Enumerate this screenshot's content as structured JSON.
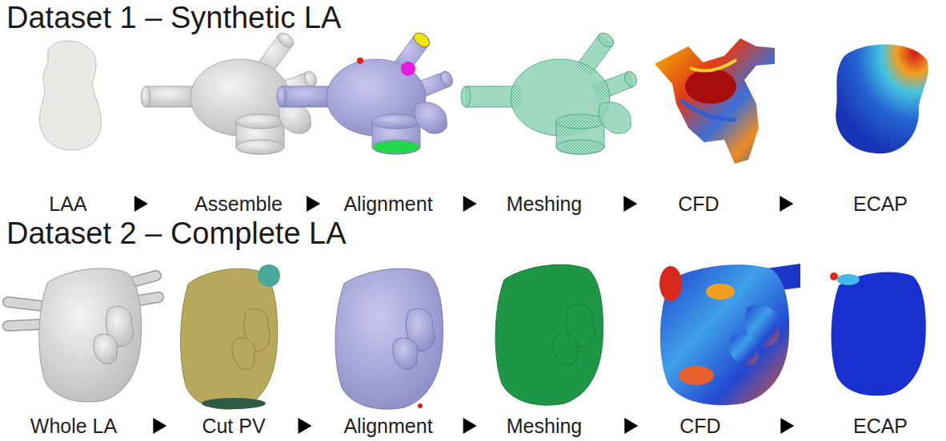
{
  "diagram": {
    "nodes": [
      {
        "text": [
          "LAA"
        ]
      },
      {
        "text": [
          "Assemble"
        ]
      },
      {
        "text": [
          "Alignment"
        ]
      },
      {
        "text": [
          "Meshing"
        ]
      },
      {
        "text": [
          "CFD"
        ]
      },
      {
        "text": [
          "ECAP"
        ]
      },
      {
        "text": [
          "Whole LA"
        ]
      },
      {
        "text": [
          "Cut PV"
        ]
      },
      {
        "text": [
          "Alignment"
        ]
      },
      {
        "text": [
          "Meshing"
        ]
      },
      {
        "text": [
          "CFD"
        ]
      },
      {
        "text": [
          "ECAP"
        ]
      }
    ],
    "edges": [
      {
        "from": 0,
        "to": 1,
        "arrow": "to"
      },
      {
        "from": 1,
        "to": 2,
        "arrow": "to"
      },
      {
        "from": 2,
        "to": 3,
        "arrow": "to"
      },
      {
        "from": 3,
        "to": 4,
        "arrow": "to"
      },
      {
        "from": 4,
        "to": 5,
        "arrow": "to"
      },
      {
        "from": 6,
        "to": 7,
        "arrow": "to"
      },
      {
        "from": 7,
        "to": 8,
        "arrow": "to"
      },
      {
        "from": 8,
        "to": 9,
        "arrow": "to"
      },
      {
        "from": 9,
        "to": 10,
        "arrow": "to"
      },
      {
        "from": 10,
        "to": 11,
        "arrow": "to"
      }
    ],
    "labels": [
      "Dataset 1 – Synthetic LA",
      "Dataset 2 – Complete LA"
    ]
  }
}
